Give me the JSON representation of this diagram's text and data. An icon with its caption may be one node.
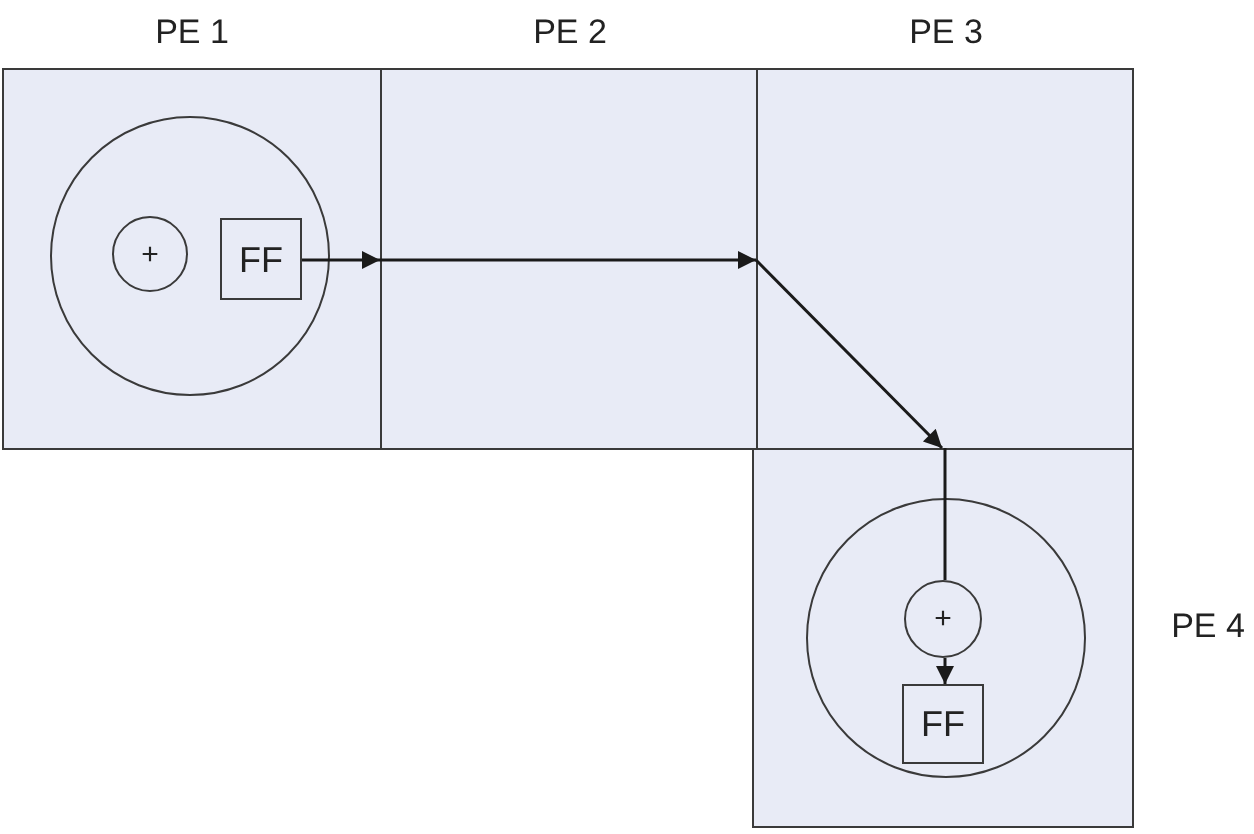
{
  "diagram": {
    "nodes": [
      {
        "text": [
          "PE 1"
        ]
      },
      {
        "text": [],
        "shape": "circle",
        "in": 0
      },
      {
        "text": [
          "+"
        ],
        "in": 1
      },
      {
        "text": [
          "FF"
        ],
        "in": 1
      },
      {
        "text": [
          "PE 2"
        ]
      },
      {
        "text": [
          "PE 3"
        ]
      },
      {
        "text": [
          "PE 4"
        ]
      },
      {
        "text": [],
        "shape": "circle",
        "in": 6
      },
      {
        "text": [
          "+"
        ],
        "in": 7
      },
      {
        "text": [
          "FF"
        ],
        "in": 7
      }
    ],
    "edges": [
      {
        "from": 3,
        "to": 4,
        "arrow": "to"
      },
      {
        "from": 4,
        "to": 5,
        "arrow": "to"
      },
      {
        "from": 5,
        "to": 6,
        "arrow": "to"
      },
      {
        "from": 6,
        "to": 8,
        "arrow": "none"
      },
      {
        "from": 8,
        "to": 9,
        "arrow": "to"
      }
    ]
  }
}
